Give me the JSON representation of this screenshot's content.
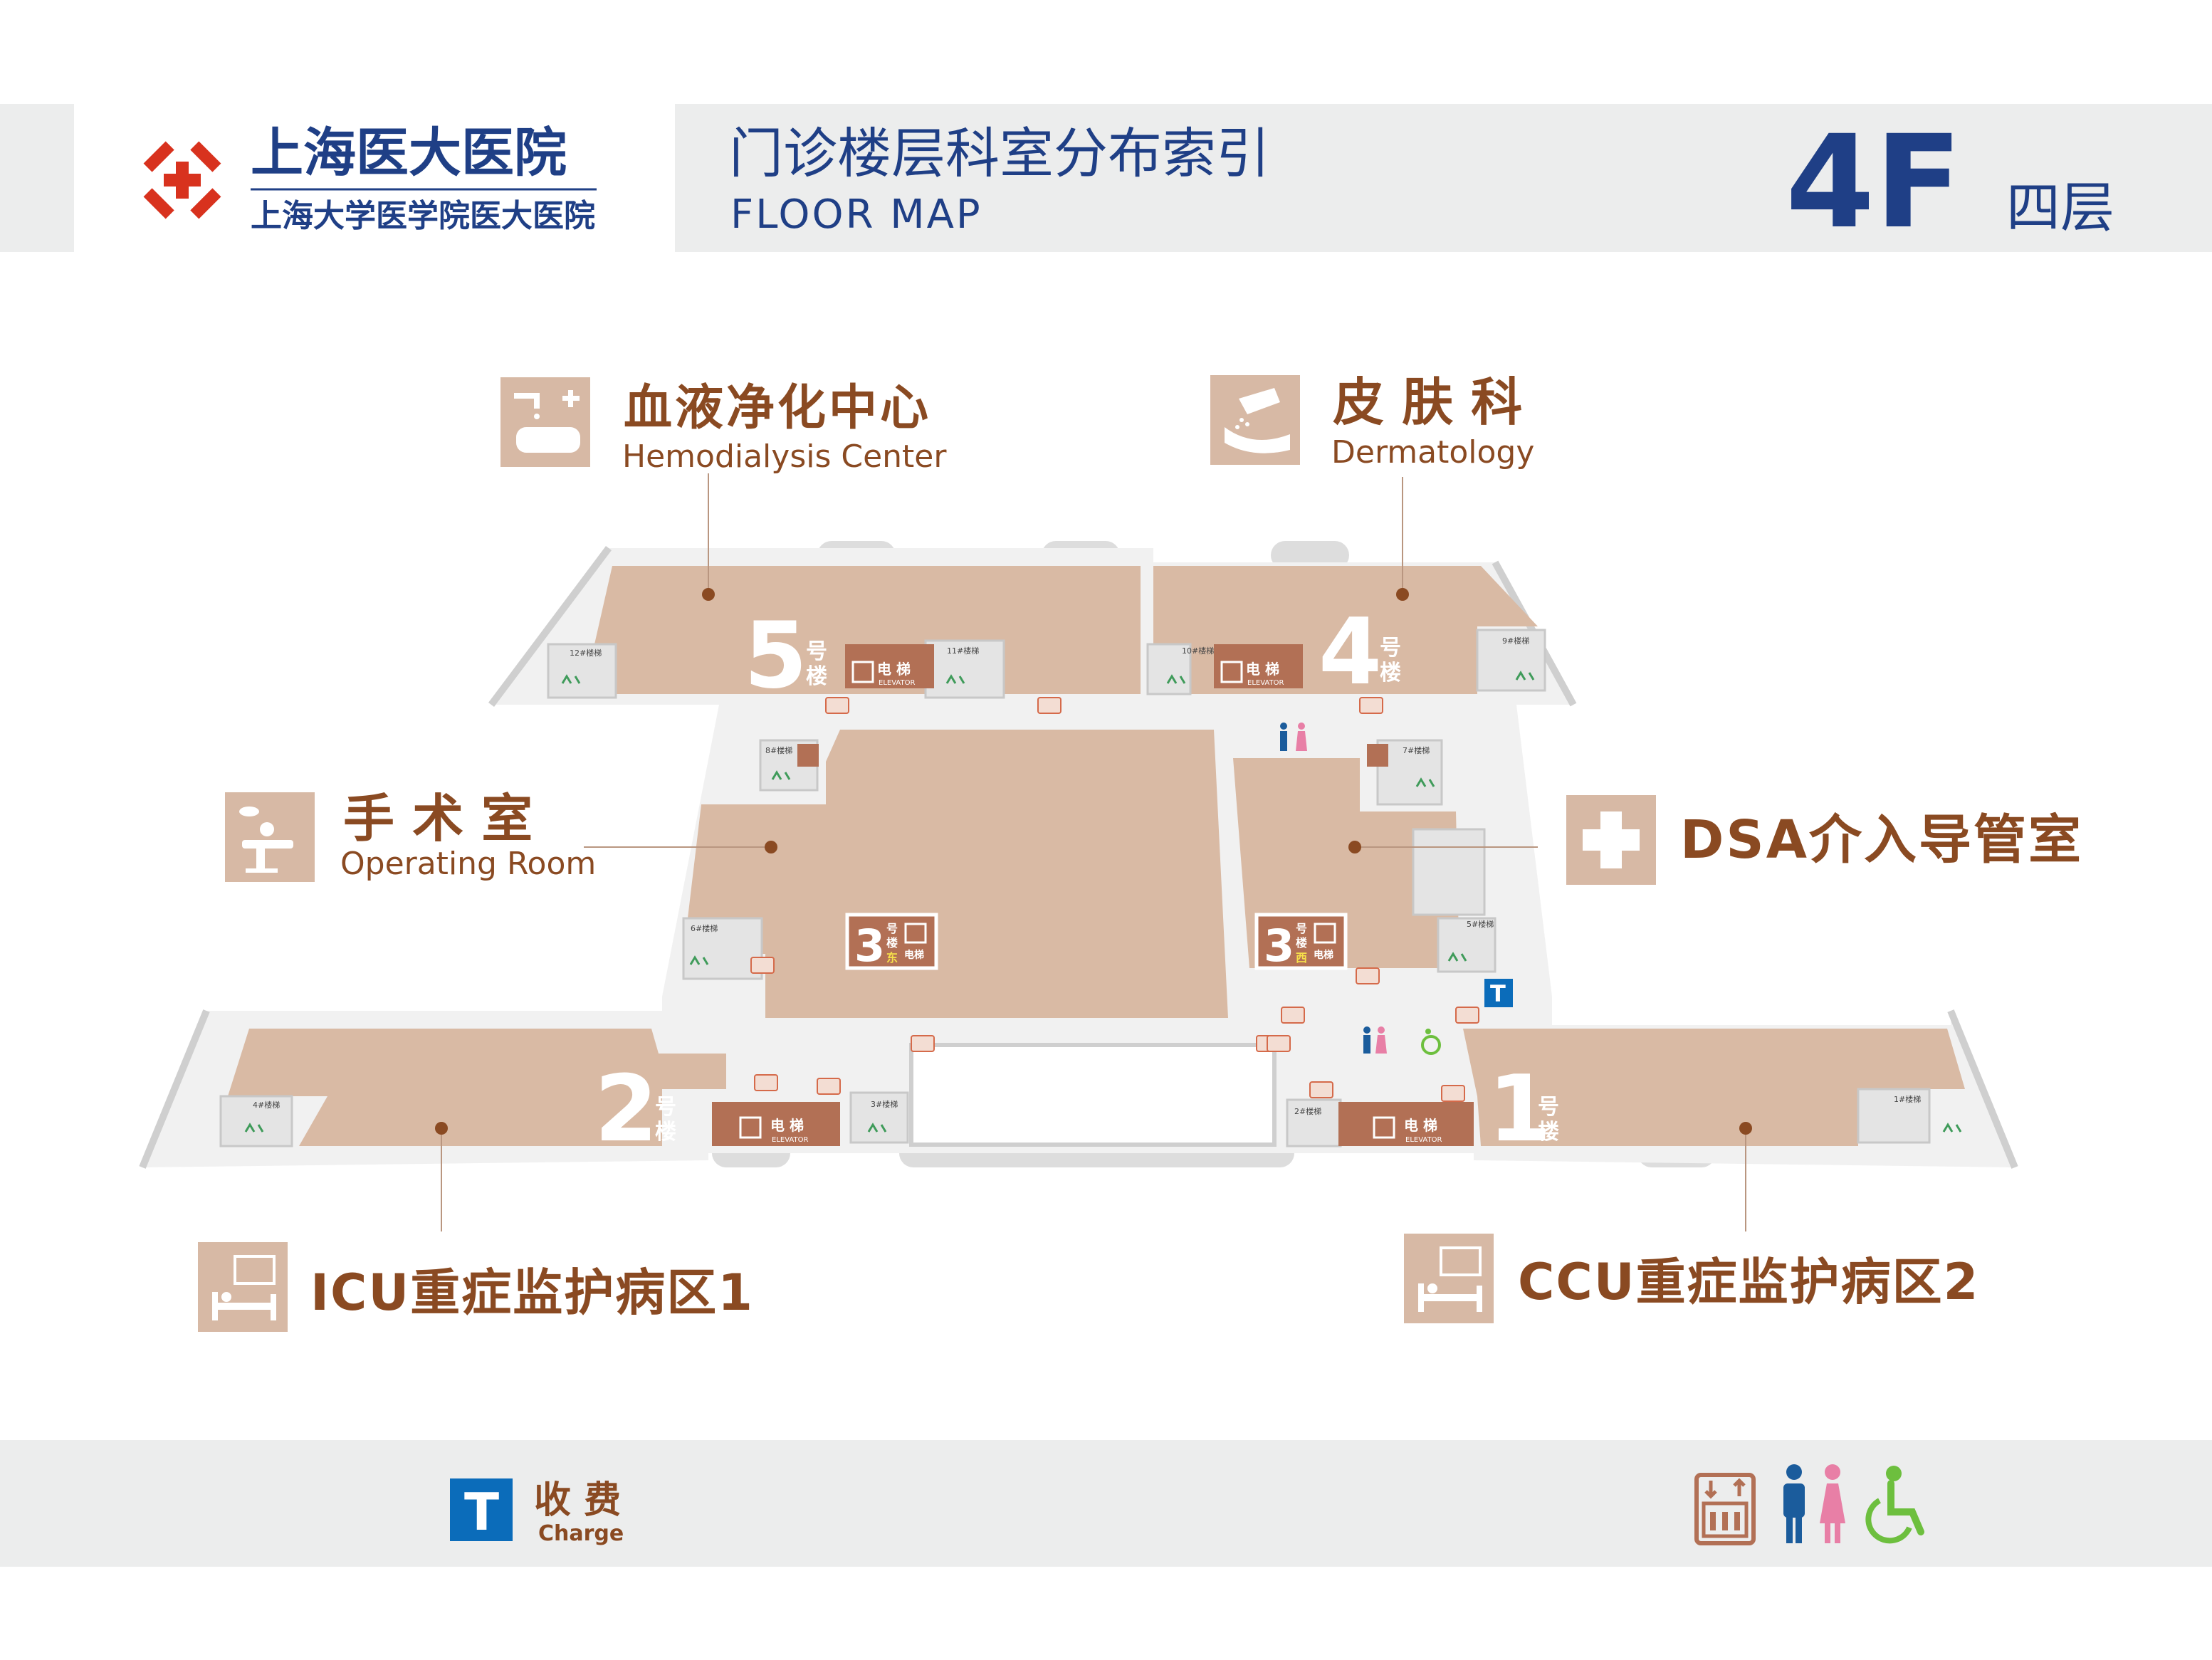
{
  "header": {
    "hospital_name": "上海医大医院",
    "hospital_subname": "上海大学医学院医大医院",
    "title_cn": "门诊楼层科室分布索引",
    "title_en": "FLOOR MAP",
    "floor_number": "4F",
    "floor_cn": "四层"
  },
  "departments": [
    {
      "id": "hemodialysis",
      "cn": "血液净化中心",
      "en": "Hemodialysis Center",
      "icon": "hand-washing-icon"
    },
    {
      "id": "dermatology",
      "cn": "皮 肤 科",
      "en": "Dermatology",
      "icon": "skin-care-icon"
    },
    {
      "id": "operating",
      "cn": "手 术 室",
      "en": "Operating Room",
      "icon": "surgery-icon"
    },
    {
      "id": "dsa",
      "cn": "DSA介入导管室",
      "en": "",
      "icon": "medical-cross-icon"
    },
    {
      "id": "icu",
      "cn": "ICU重症监护病区1",
      "en": "",
      "icon": "hospital-bed-monitor-icon"
    },
    {
      "id": "ccu",
      "cn": "CCU重症监护病区2",
      "en": "",
      "icon": "hospital-bed-monitor-icon"
    }
  ],
  "buildings": {
    "b1": {
      "num": "1",
      "suffix1": "号",
      "suffix2": "楼"
    },
    "b2": {
      "num": "2",
      "suffix1": "号",
      "suffix2": "楼"
    },
    "b3e": {
      "num": "3",
      "suffix1": "号",
      "suffix2": "楼",
      "side": "东"
    },
    "b3w": {
      "num": "3",
      "suffix1": "号",
      "suffix2": "楼",
      "side": "西"
    },
    "b4": {
      "num": "4",
      "suffix1": "号",
      "suffix2": "楼"
    },
    "b5": {
      "num": "5",
      "suffix1": "号",
      "suffix2": "楼"
    }
  },
  "elevator": {
    "cn": "电 梯",
    "en": "ELEVATOR",
    "short_cn": "电梯"
  },
  "stairs": [
    "1#楼梯",
    "2#楼梯",
    "3#楼梯",
    "4#楼梯",
    "5#楼梯",
    "6#楼梯",
    "7#楼梯",
    "8#楼梯",
    "9#楼梯",
    "10#楼梯",
    "11#楼梯",
    "12#楼梯"
  ],
  "legend": {
    "charge_letter": "T",
    "charge_cn": "收 费",
    "charge_en": "Charge",
    "icons": [
      "elevator-icon",
      "restroom-icon",
      "accessible-icon"
    ]
  },
  "colors": {
    "brand_blue": "#1f3f86",
    "room": "#d9baa4",
    "accent_brown": "#8a4a22",
    "icon_tile": "#d7b9a5",
    "elevator": "#b27055",
    "corridor": "#f1f1f1",
    "band": "#eceded",
    "logo_red": "#d8321e",
    "charge_blue": "#0b6cba",
    "restroom_blue": "#1b5c9c",
    "restroom_pink": "#e87fa6",
    "accessible_green": "#6dbf3e"
  }
}
